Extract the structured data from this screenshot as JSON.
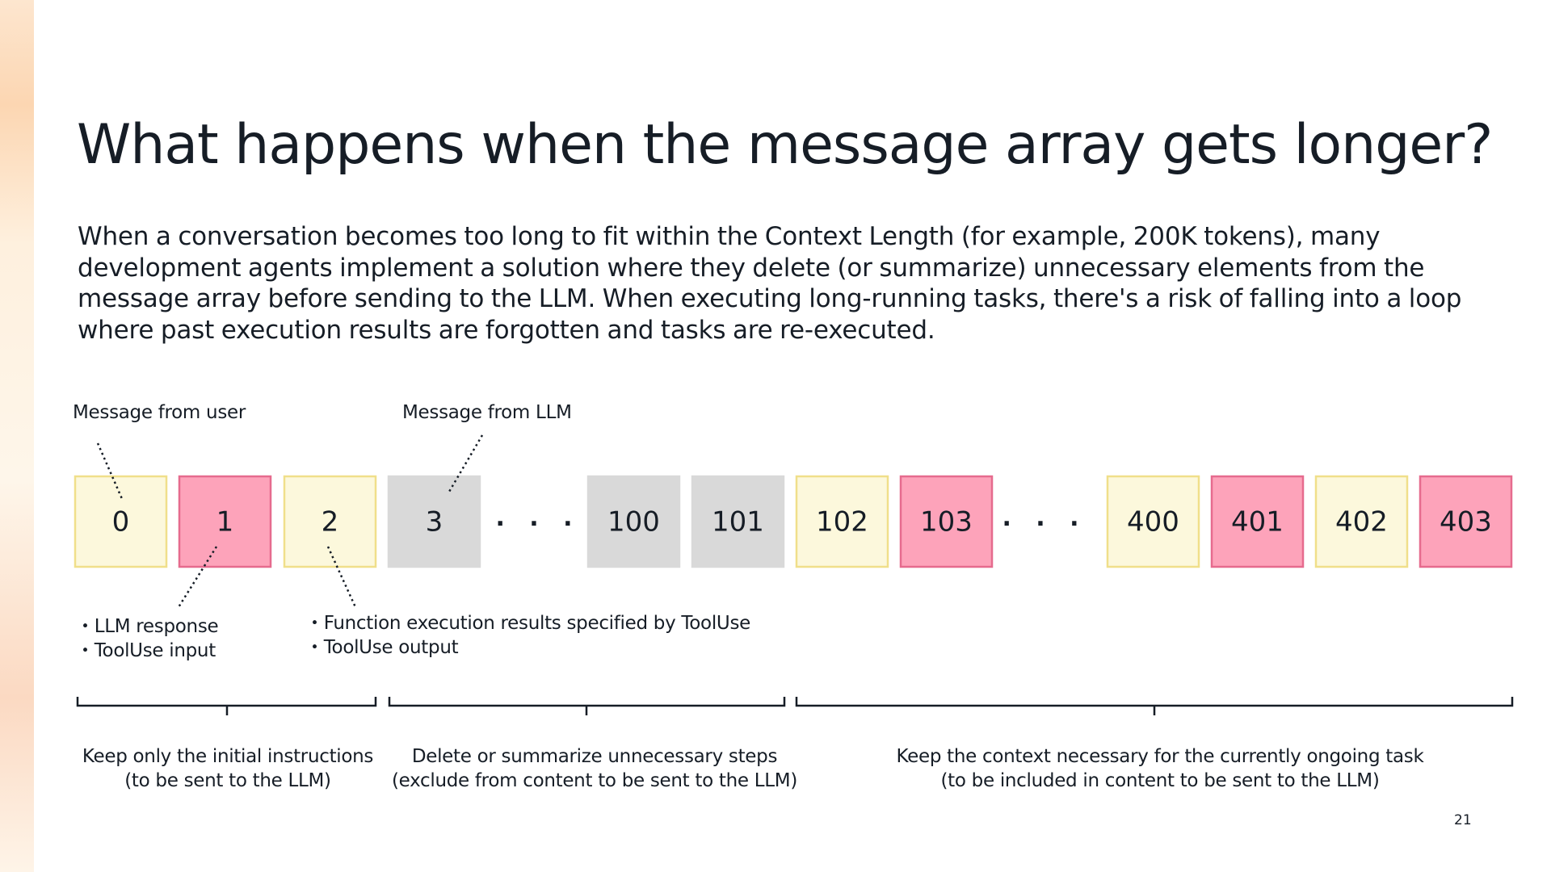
{
  "title": "What happens when the message array gets longer?",
  "body_lines": [
    "When a conversation becomes too long to fit within the Context Length (for example, 200K tokens), many",
    "development agents implement a solution where they delete (or summarize) unnecessary elements from the",
    "message array before sending to the LLM. When executing long-running tasks, there's a risk of falling into a loop",
    "where past execution results are forgotten and tasks are re-executed."
  ],
  "labels": {
    "user_message": "Message from user",
    "llm_message": "Message from LLM"
  },
  "messages": [
    {
      "label": "0",
      "kind": "user"
    },
    {
      "label": "1",
      "kind": "llm"
    },
    {
      "label": "2",
      "kind": "user"
    },
    {
      "label": "3",
      "kind": "deleted"
    },
    {
      "label": "· · ·",
      "kind": "ellipsis"
    },
    {
      "label": "100",
      "kind": "deleted"
    },
    {
      "label": "101",
      "kind": "deleted"
    },
    {
      "label": "102",
      "kind": "user"
    },
    {
      "label": "103",
      "kind": "llm"
    },
    {
      "label": "· · ·",
      "kind": "ellipsis"
    },
    {
      "label": "400",
      "kind": "user"
    },
    {
      "label": "401",
      "kind": "llm"
    },
    {
      "label": "402",
      "kind": "user"
    },
    {
      "label": "403",
      "kind": "llm"
    }
  ],
  "llm_bullets": [
    "・LLM response",
    "・ToolUse input"
  ],
  "tool_bullets": [
    "・Function execution results specified by ToolUse",
    "・ToolUse output"
  ],
  "sections": [
    {
      "line1": "Keep only the initial instructions",
      "line2": "(to be sent to the LLM)"
    },
    {
      "line1": "Delete or summarize unnecessary steps",
      "line2": "(exclude from content to be sent to the LLM)"
    },
    {
      "line1": "Keep the context necessary for the currently ongoing task",
      "line2": "(to be included in content to be sent to the LLM)"
    }
  ],
  "page_number": "21",
  "colors": {
    "user_fill": "#fcf8dc",
    "user_stroke": "#f0df8a",
    "llm_fill": "#fda3ba",
    "llm_stroke": "#e66b8e",
    "deleted_fill": "#d9d9d9",
    "text": "#161d26"
  }
}
